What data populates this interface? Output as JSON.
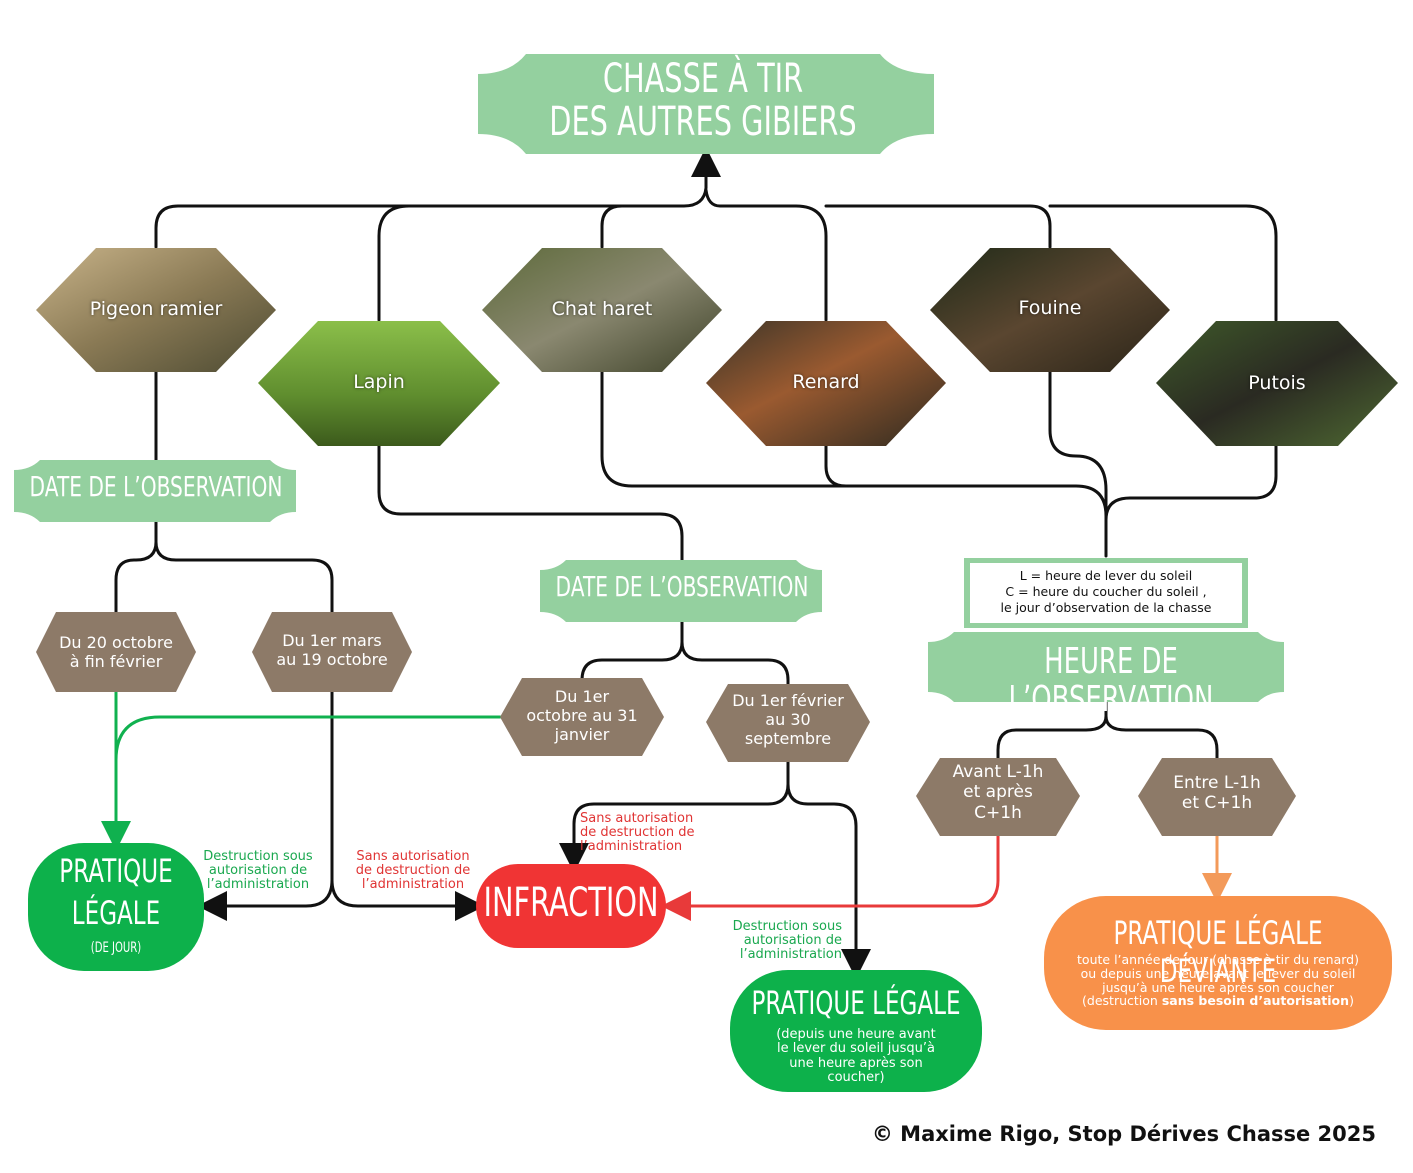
{
  "title": {
    "line1": "CHASSE À TIR",
    "line2": "DES AUTRES GIBIERS"
  },
  "animals": [
    {
      "label": "Pigeon ramier"
    },
    {
      "label": "Lapin"
    },
    {
      "label": "Chat haret"
    },
    {
      "label": "Renard"
    },
    {
      "label": "Fouine"
    },
    {
      "label": "Putois"
    }
  ],
  "date_observation_left": "DATE DE L’OBSERVATION",
  "date_observation_middle": "DATE DE L’OBSERVATION",
  "heure_observation": "HEURE DE L’OBSERVATION",
  "legend_box": {
    "line1": "L = heure de lever du soleil",
    "line2": "C = heure du coucher du soleil ,",
    "line3": "le jour d’observation de la chasse"
  },
  "periods": {
    "p1": {
      "line1": "Du 20 octobre",
      "line2": "à fin février"
    },
    "p2": {
      "line1": "Du 1er mars",
      "line2": "au 19 octobre"
    },
    "p3": {
      "line1": "Du 1er",
      "line2": "octobre au 31",
      "line3": "janvier"
    },
    "p4": {
      "line1": "Du 1er février",
      "line2": "au 30",
      "line3": "septembre"
    },
    "h1": {
      "line1": "Avant L-1h",
      "line2": "et après",
      "line3": "C+1h"
    },
    "h2": {
      "line1": "Entre L-1h",
      "line2": "et C+1h"
    }
  },
  "notes": {
    "destruction_left": {
      "line1": "Destruction sous",
      "line2": "autorisation de",
      "line3": "l’administration"
    },
    "sans_left": {
      "line1": "Sans autorisation",
      "line2": "de destruction de",
      "line3": "l’administration"
    },
    "sans_middle": {
      "line1": "Sans autorisation",
      "line2": "de destruction de",
      "line3": "l’administration"
    },
    "destruction_middle": {
      "line1": "Destruction sous",
      "line2": "autorisation de",
      "line3": "l’administration"
    }
  },
  "outcomes": {
    "legal_day": {
      "line1": "PRATIQUE",
      "line2": "LÉGALE",
      "sub": "(DE JOUR)"
    },
    "infraction": "INFRACTION",
    "legal": {
      "title": "PRATIQUE LÉGALE",
      "line1": "(depuis une heure avant",
      "line2": "le lever du soleil jusqu’à",
      "line3": "une heure après son",
      "line4": "coucher)"
    },
    "deviant": {
      "title": "PRATIQUE LÉGALE DÉVIANTE",
      "line1": "toute l’année de jour (chasse à tir du renard)",
      "line2": "ou depuis une heure avant le lever du soleil",
      "line3": "jusqu’à une heure après son coucher",
      "line4_pre": "(destruction ",
      "line4_bold": "sans besoin d’autorisation",
      "line4_post": ")"
    }
  },
  "credit": "© Maxime Rigo, Stop Dérives Chasse 2025",
  "colors": {
    "banner": "#94d09f",
    "brown": "#8d7a68",
    "green": "#0db14b",
    "red": "#f03434",
    "orange": "#f8914a",
    "line_black": "#111111",
    "line_green": "#10b14f",
    "line_red": "#e83a3a",
    "line_orange": "#f39a5a"
  }
}
